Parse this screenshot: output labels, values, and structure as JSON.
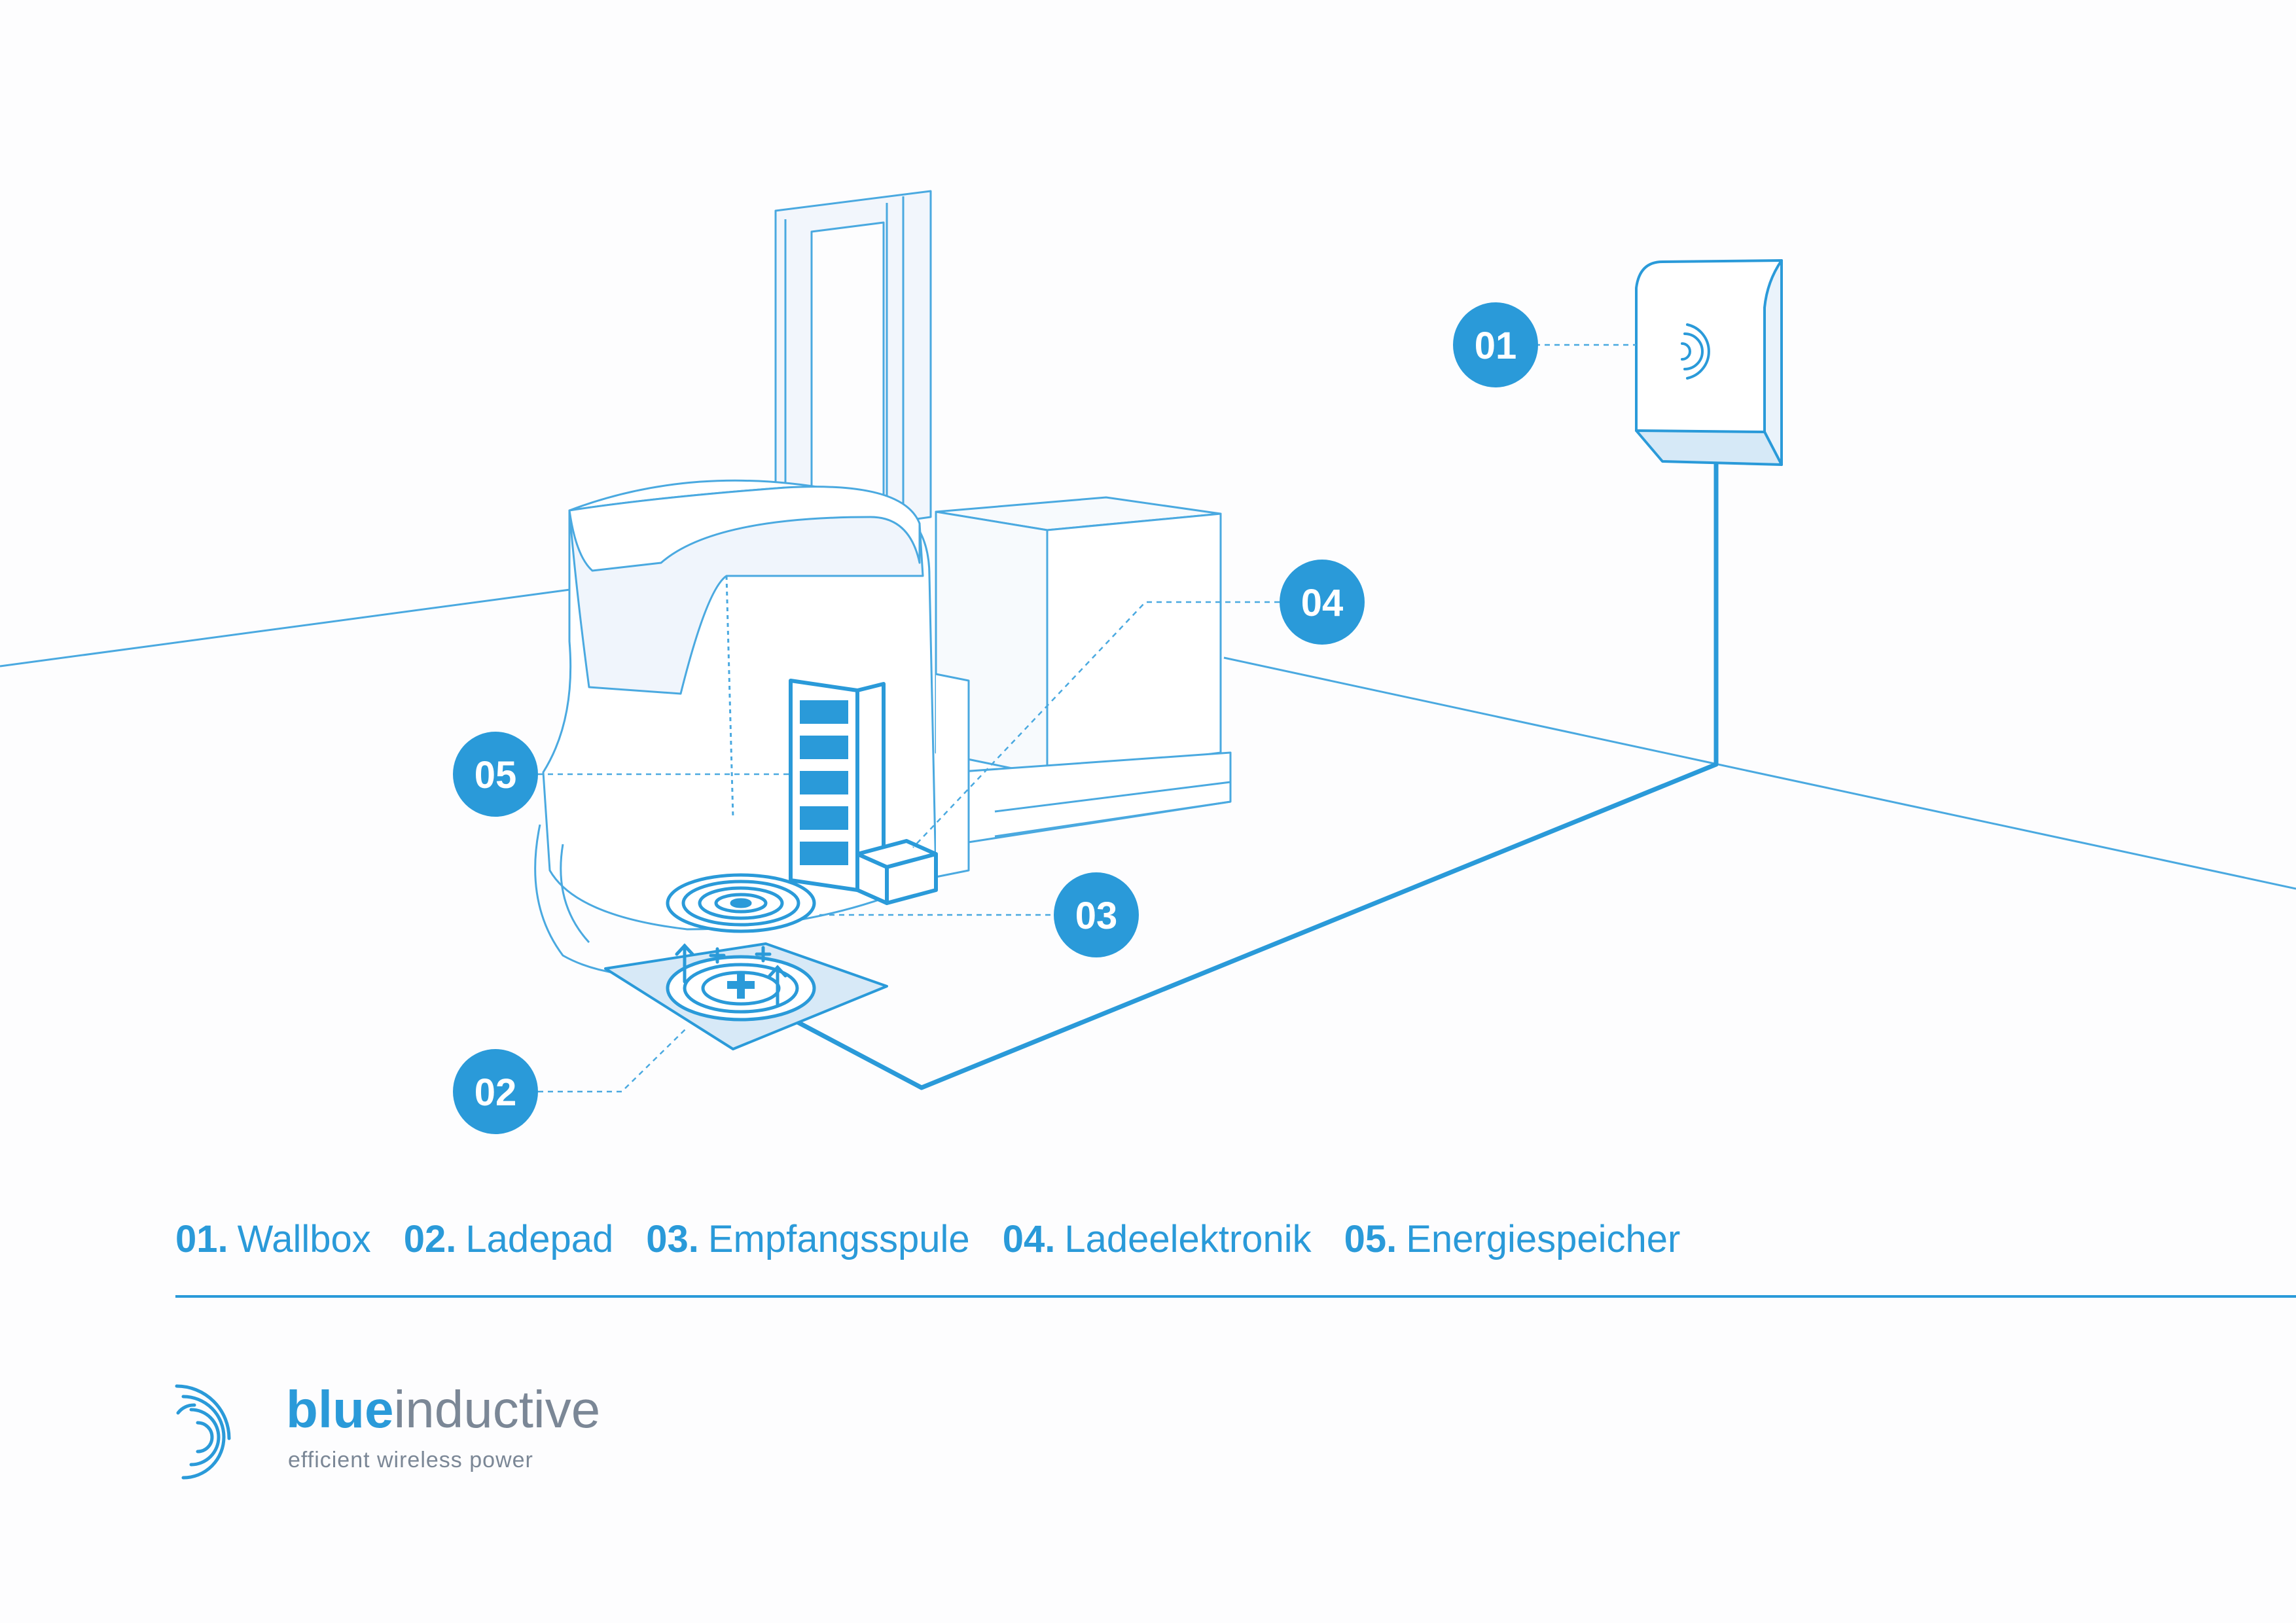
{
  "callouts": [
    {
      "number": "01",
      "name": "Wallbox"
    },
    {
      "number": "02",
      "name": "Ladepad"
    },
    {
      "number": "03",
      "name": "Empfangsspule"
    },
    {
      "number": "04",
      "name": "Ladeelektronik"
    },
    {
      "number": "05",
      "name": "Energiespeicher"
    }
  ],
  "legend": [
    {
      "number": "01.",
      "name": "Wallbox"
    },
    {
      "number": "02.",
      "name": "Ladepad"
    },
    {
      "number": "03.",
      "name": "Empfangsspule"
    },
    {
      "number": "04.",
      "name": "Ladeelektronik"
    },
    {
      "number": "05.",
      "name": "Energiespeicher"
    }
  ],
  "brand": {
    "name_bold": "blue",
    "name_light": "inductive",
    "tagline": "efficient wireless power"
  },
  "colors": {
    "accent": "#2a9ad9",
    "line": "#4aa9e0",
    "fill_light": "#e3effa",
    "text_gray": "#7b8796",
    "background": "#fdfdfe"
  }
}
